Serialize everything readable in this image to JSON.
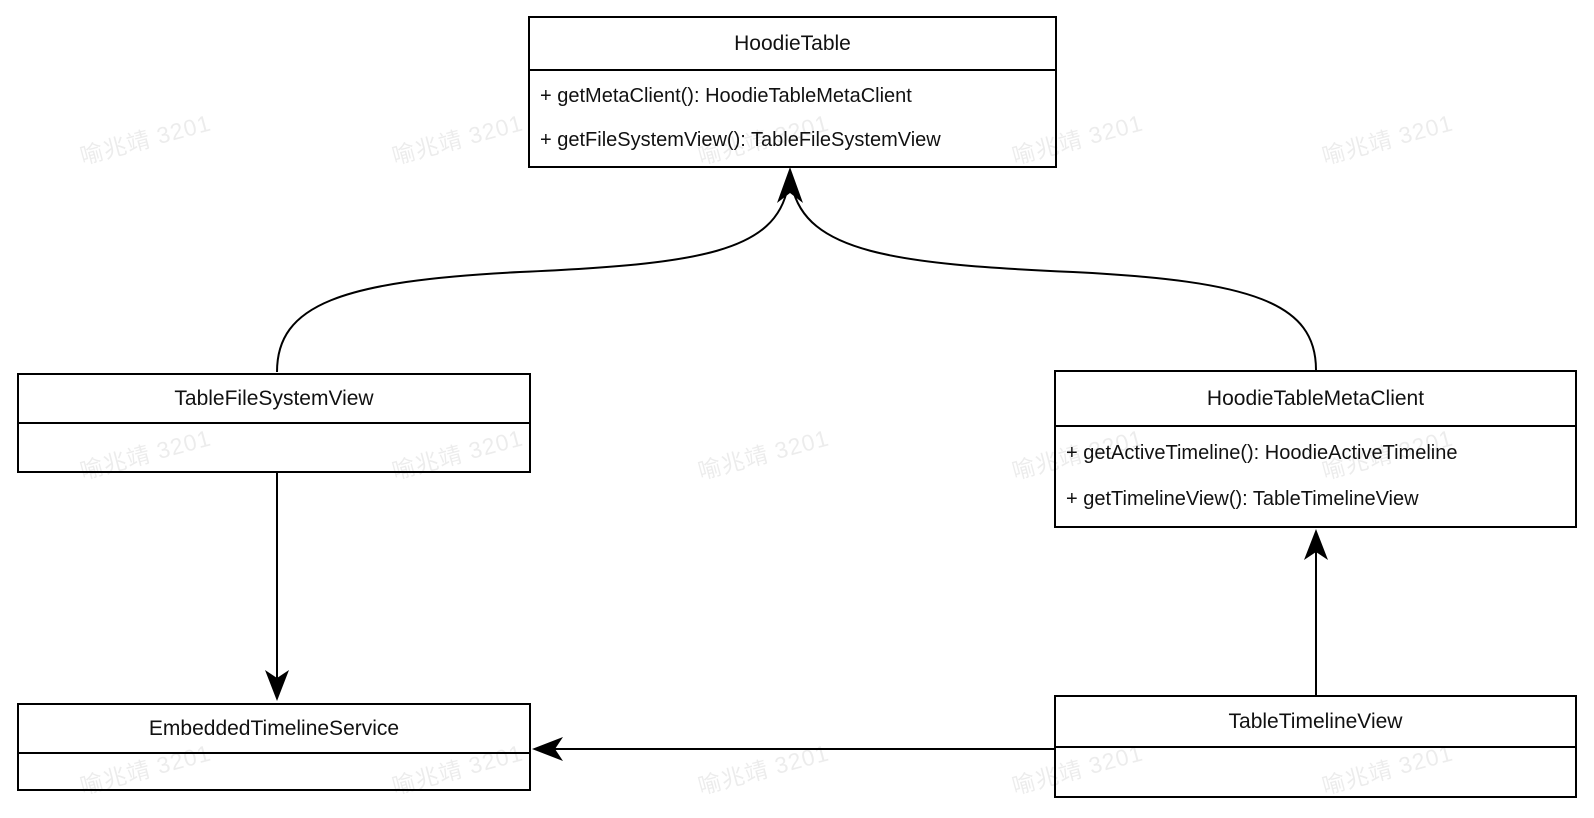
{
  "diagram": {
    "type": "uml-class-diagram",
    "classes": [
      {
        "id": "hoodie-table",
        "name": "HoodieTable",
        "methods": [
          "+ getMetaClient(): HoodieTableMetaClient",
          "+ getFileSystemView(): TableFileSystemView"
        ]
      },
      {
        "id": "table-file-system-view",
        "name": "TableFileSystemView",
        "methods": []
      },
      {
        "id": "hoodie-table-meta-client",
        "name": "HoodieTableMetaClient",
        "methods": [
          "+ getActiveTimeline(): HoodieActiveTimeline",
          "+ getTimelineView(): TableTimelineView"
        ]
      },
      {
        "id": "embedded-timeline-service",
        "name": "EmbeddedTimelineService",
        "methods": []
      },
      {
        "id": "table-timeline-view",
        "name": "TableTimelineView",
        "methods": []
      }
    ],
    "relations": [
      {
        "from": "TableFileSystemView",
        "to": "HoodieTable",
        "style": "curved-arrow"
      },
      {
        "from": "HoodieTableMetaClient",
        "to": "HoodieTable",
        "style": "curved-arrow"
      },
      {
        "from": "TableFileSystemView",
        "to": "EmbeddedTimelineService",
        "style": "straight-arrow"
      },
      {
        "from": "TableTimelineView",
        "to": "HoodieTableMetaClient",
        "style": "straight-arrow"
      },
      {
        "from": "TableTimelineView",
        "to": "EmbeddedTimelineService",
        "style": "straight-arrow"
      }
    ],
    "colors": {
      "background": "#ffffff",
      "box_fill": "#ffffff",
      "box_border": "#000000",
      "edge_line": "#000000",
      "text": "#111111",
      "watermark": "rgba(0,0,0,0.075)"
    }
  },
  "watermark": {
    "text": "喻兆靖 3201"
  }
}
